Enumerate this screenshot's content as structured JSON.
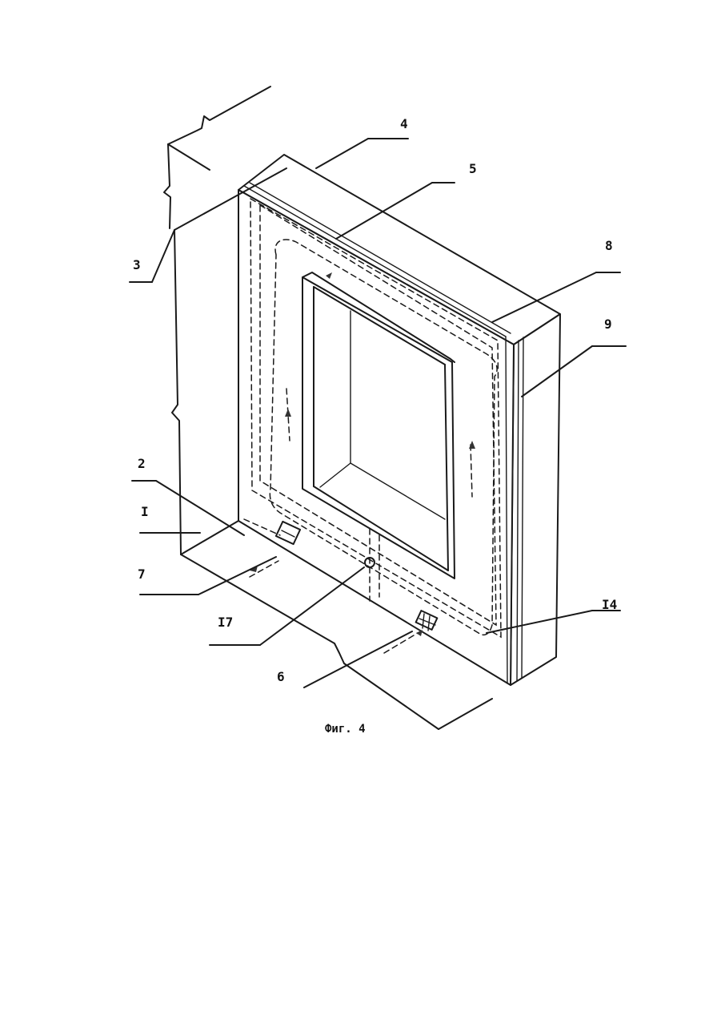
{
  "figure": {
    "caption": "Фиг. 4",
    "labels": {
      "l1": "I",
      "l2": "2",
      "l3": "3",
      "l4": "4",
      "l5": "5",
      "l6": "6",
      "l7": "7",
      "l8": "8",
      "l9": "9",
      "l14": "I4",
      "l17": "I7"
    }
  }
}
